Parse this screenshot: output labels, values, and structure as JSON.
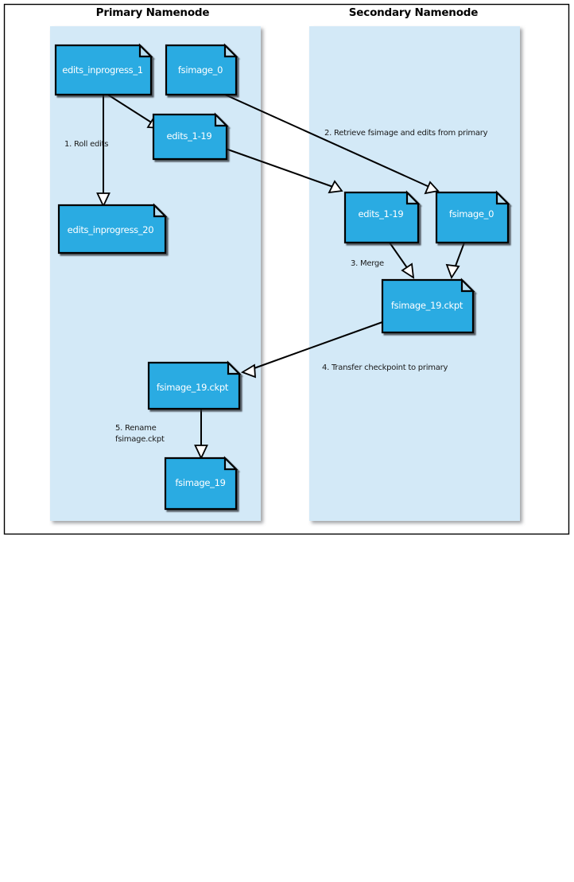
{
  "figure": {
    "background_color": "#ffffff",
    "border_color": "#000000",
    "panel_fill": "#d3e9f7",
    "node_fill": "#29abe2",
    "node_fold_fill": "#b8dff2",
    "node_stroke": "#000000",
    "arrow_color": "#000000",
    "arrowhead_fill": "#ffffff"
  },
  "panels": [
    {
      "id": "primary",
      "title": "Primary Namenode"
    },
    {
      "id": "secondary",
      "title": "Secondary Namenode"
    }
  ],
  "nodes": [
    {
      "id": "p_edits_inprogress_1",
      "panel": "primary",
      "label": "edits_inprogress_1"
    },
    {
      "id": "p_fsimage_0",
      "panel": "primary",
      "label": "fsimage_0"
    },
    {
      "id": "p_edits_1_19",
      "panel": "primary",
      "label": "edits_1-19"
    },
    {
      "id": "p_edits_inprogress_20",
      "panel": "primary",
      "label": "edits_inprogress_20"
    },
    {
      "id": "p_fsimage_19_ckpt",
      "panel": "primary",
      "label": "fsimage_19.ckpt"
    },
    {
      "id": "p_fsimage_19",
      "panel": "primary",
      "label": "fsimage_19"
    },
    {
      "id": "s_edits_1_19",
      "panel": "secondary",
      "label": "edits_1-19"
    },
    {
      "id": "s_fsimage_0",
      "panel": "secondary",
      "label": "fsimage_0"
    },
    {
      "id": "s_fsimage_19_ckpt",
      "panel": "secondary",
      "label": "fsimage_19.ckpt"
    }
  ],
  "steps": [
    {
      "id": "step1",
      "text": "1. Roll edits"
    },
    {
      "id": "step2",
      "text": "2. Retrieve fsimage and edits from primary"
    },
    {
      "id": "step3",
      "text": "3. Merge"
    },
    {
      "id": "step4",
      "text": "4. Transfer checkpoint to primary"
    },
    {
      "id": "step5_line1",
      "text": "5. Rename"
    },
    {
      "id": "step5_line2",
      "text": "fsimage.ckpt"
    }
  ]
}
